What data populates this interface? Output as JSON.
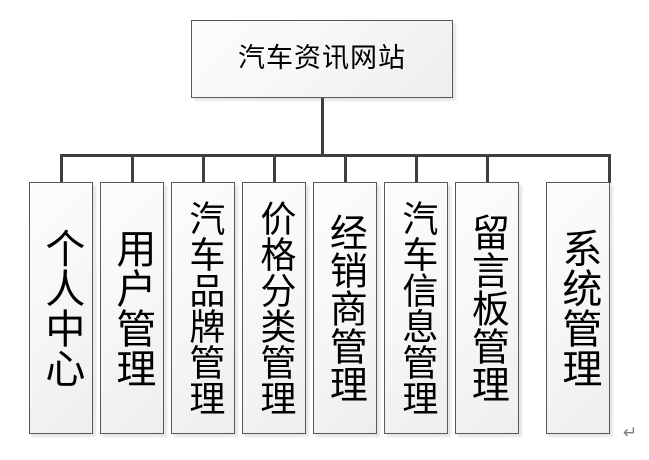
{
  "diagram": {
    "type": "organization-chart",
    "background_color": "#ffffff",
    "box_border_color": "#595959",
    "connector_color": "#3f3f3f",
    "root": {
      "label": "汽车资讯网站"
    },
    "children": [
      {
        "label": "个人中心"
      },
      {
        "label": "用户管理"
      },
      {
        "label": "汽车品牌管理"
      },
      {
        "label": "价格分类管理"
      },
      {
        "label": "经销商管理"
      },
      {
        "label": "汽车信息管理"
      },
      {
        "label": "留言板管理"
      },
      {
        "label": "系统管理"
      }
    ]
  },
  "marks": {
    "paragraph_mark": "↵"
  }
}
